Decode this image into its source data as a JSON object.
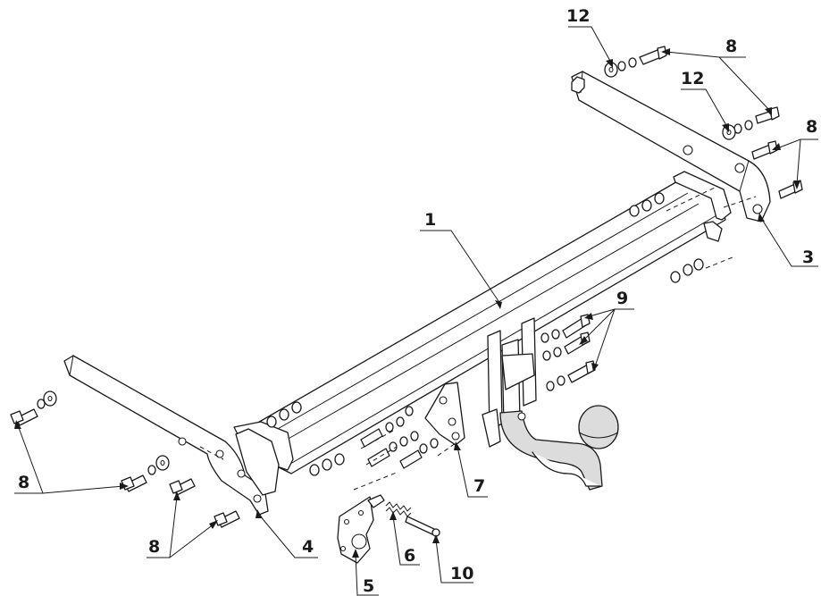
{
  "labels": {
    "tow_bar": "1",
    "right_bracket": "3",
    "left_bracket": "4",
    "socket_plate": "5",
    "spring": "6",
    "pin_bracket": "7",
    "bolts_top": "8",
    "bolts_right": "8",
    "bolts_left": "8",
    "bolts_lower": "8",
    "bolts_center": "9",
    "pin": "10",
    "washer_top": "12",
    "washer_right": "12"
  }
}
